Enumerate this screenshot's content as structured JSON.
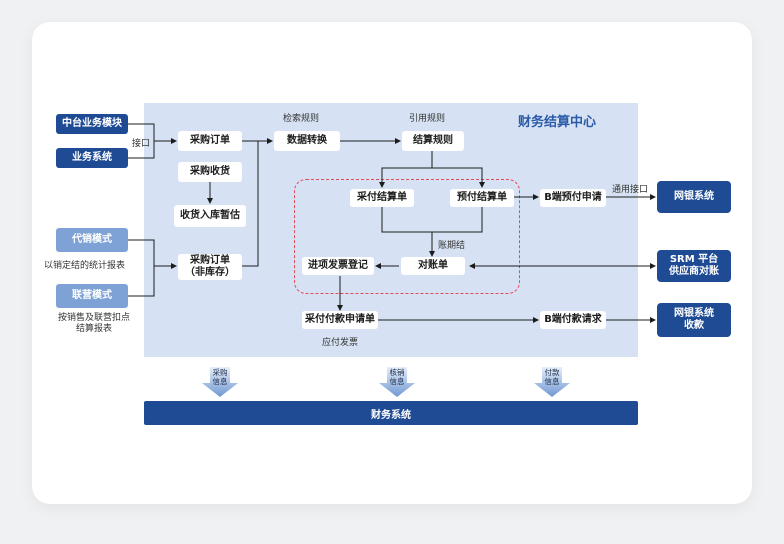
{
  "diagram": {
    "region_title": "财务结算中心",
    "nodes": {
      "zhongtai": "中台业务模块",
      "yewu": "业务系统",
      "daixiao": "代销模式",
      "lianying": "联营模式",
      "caigou_dingdan": "采购订单",
      "shouhuo": "采购收货",
      "ruku": "收货入库暂估",
      "caigou_fei": "采购订单\n（非库存）",
      "shuju": "数据转换",
      "guize": "结算规则",
      "caifu": "采付结算单",
      "yufu": "预付结算单",
      "duizhang": "对账单",
      "jinxiang": "进项发票登记",
      "fukuan_shenqing": "采付付款申请单",
      "b_yufu": "B端预付申请",
      "b_fukuan": "B端付款请求",
      "wangyin1": "网银系统",
      "srm": "SRM 平台\n供应商对账",
      "wangyin2": "网银系统\n收款",
      "finance": "财务系统"
    },
    "labels": {
      "jiekou": "接口",
      "jiansuo": "检索规则",
      "yinyong": "引用规则",
      "tongyong": "通用接口",
      "zhangqi": "账期结",
      "yingfu": "应付发票",
      "daixiao_note": "以销定结的统计报表",
      "lianying_note": "按销售及联营扣点\n结算报表"
    },
    "downloads": [
      {
        "text": "采购\n信息"
      },
      {
        "text": "核销\n信息"
      },
      {
        "text": "付款\n信息"
      }
    ],
    "colors": {
      "navy": "#1f4b95",
      "light_blue": "#7ea2d5",
      "region": "#d6e2f3",
      "dashed_red": "#e24a55",
      "title_blue": "#2a5aa8"
    }
  }
}
